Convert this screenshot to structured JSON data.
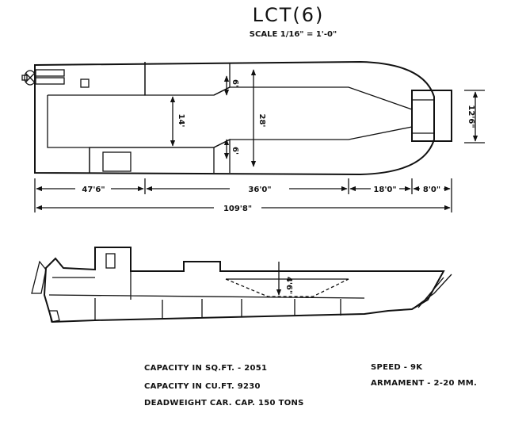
{
  "title": "LCT(6)",
  "scale": "SCALE 1/16\" = 1'-0\"",
  "plan_dims": {
    "beam_28": "28'",
    "beam_14": "14'",
    "six_top": "6'",
    "six_bottom": "6'",
    "ramp_width": "12'6\"",
    "len_47_6": "47'6\"",
    "len_36_0": "36'0\"",
    "len_18_0": "18'0\"",
    "len_8_0": "8'0\"",
    "overall": "109'8\""
  },
  "profile_dims": {
    "depth": "4'6\""
  },
  "specs": {
    "sq_ft": "CAPACITY IN SQ.FT. - 2051",
    "cu_ft": "CAPACITY IN CU.FT. 9230",
    "deadweight": "DEADWEIGHT CAR. CAP. 150 TONS",
    "speed": "SPEED - 9K",
    "armament": "ARMAMENT - 2-20 MM."
  }
}
